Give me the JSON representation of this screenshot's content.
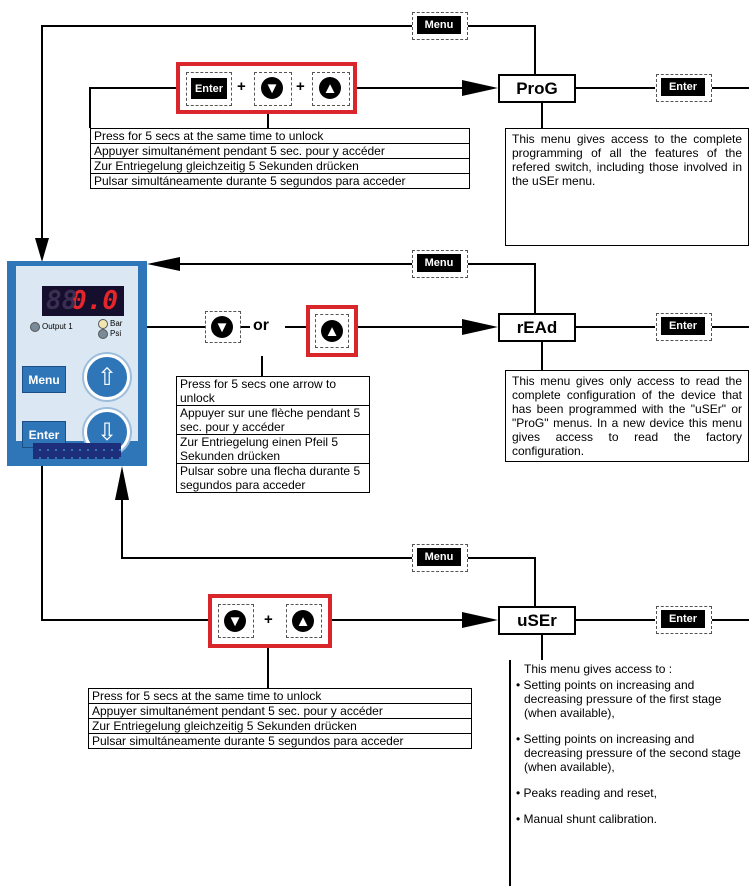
{
  "buttons": {
    "menu": "Menu",
    "enter": "Enter",
    "or": "or",
    "plus": "+"
  },
  "modes": {
    "prog": "ProG",
    "read": "rEAd",
    "user": "uSEr"
  },
  "prog_unlock": [
    "Press for 5 secs at the same time to unlock",
    "Appuyer simultanément pendant 5 sec. pour y accéder",
    "Zur Entriegelung gleichzeitig 5 Sekunden drücken",
    "Pulsar simultáneamente durante 5 segundos para acceder"
  ],
  "prog_desc": "This menu gives access to the complete programming of all the features of the refered switch, including those involved in the uSEr menu.",
  "read_unlock": [
    "Press for 5 secs one arrow to unlock",
    "Appuyer sur une flèche pendant 5 sec. pour y accéder",
    "Zur Entriegelung einen Pfeil 5 Sekunden drücken",
    "Pulsar sobre una flecha durante 5 segundos para acceder"
  ],
  "read_desc": "This menu gives only access to read the complete configuration of the device that has been programmed with the \"uSEr\" or \"ProG\" menus. In a new device this menu gives access to read the factory configuration.",
  "user_unlock": [
    "Press for 5 secs at the same time to unlock",
    "Appuyer simultanément pendant 5 sec. pour y accéder",
    "Zur Entriegelung gleichzeitig 5 Sekunden drücken",
    "Pulsar simultáneamente durante 5 segundos para acceder"
  ],
  "user_desc": {
    "intro": "This menu gives access to :",
    "items": [
      "• Setting points on increasing and decreasing pressure of the first stage (when available),",
      "• Setting points on increasing and decreasing pressure of the second stage (when available),",
      "• Peaks reading and reset,",
      "• Manual shunt calibration."
    ]
  },
  "device": {
    "display_value": "0.0",
    "output_label": "Output 1",
    "unit_bar": "Bar",
    "unit_psi": "Psi",
    "menu_label": "Menu",
    "enter_label": "Enter",
    "colors": {
      "body": "#2f76b8",
      "panel": "#dbe8f3",
      "display": "#150e2c",
      "digits": "#e4262b"
    }
  },
  "colors": {
    "highlight": "#d8262b"
  },
  "icons": [
    "up-arrow-icon",
    "down-arrow-icon"
  ]
}
